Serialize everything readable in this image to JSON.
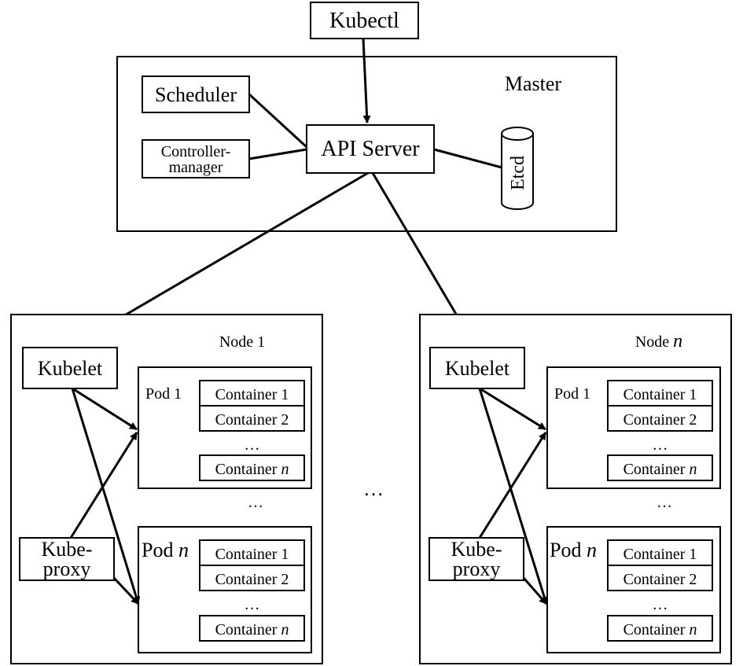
{
  "kubectl": "Kubectl",
  "master": {
    "title": "Master",
    "scheduler": "Scheduler",
    "controller_manager_line1": "Controller-",
    "controller_manager_line2": "manager",
    "api_server": "API Server",
    "etcd": "Etcd"
  },
  "between_nodes_ellipsis": "…",
  "nodes": [
    {
      "title": "Node 1",
      "kubelet": "Kubelet",
      "kube_proxy_line1": "Kube-",
      "kube_proxy_line2": "proxy",
      "pod_ellipsis": "…",
      "pods": [
        {
          "label": "Pod 1",
          "containers": [
            "Container 1",
            "Container 2"
          ],
          "last_container_prefix": "Container ",
          "last_container_suffix": "n",
          "ellipsis": "…"
        },
        {
          "label_prefix": "Pod ",
          "label_suffix": "n",
          "containers": [
            "Container 1",
            "Container 2"
          ],
          "last_container_prefix": "Container ",
          "last_container_suffix": "n",
          "ellipsis": "…"
        }
      ]
    },
    {
      "title_prefix": "Node ",
      "title_suffix": "n",
      "kubelet": "Kubelet",
      "kube_proxy_line1": "Kube-",
      "kube_proxy_line2": "proxy",
      "pod_ellipsis": "…",
      "pods": [
        {
          "label": "Pod 1",
          "containers": [
            "Container 1",
            "Container 2"
          ],
          "last_container_prefix": "Container ",
          "last_container_suffix": "n",
          "ellipsis": "…"
        },
        {
          "label_prefix": "Pod ",
          "label_suffix": "n",
          "containers": [
            "Container 1",
            "Container 2"
          ],
          "last_container_prefix": "Container ",
          "last_container_suffix": "n",
          "ellipsis": "…"
        }
      ]
    }
  ]
}
